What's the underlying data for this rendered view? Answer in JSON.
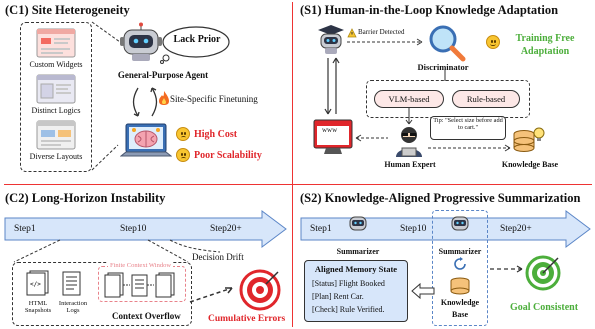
{
  "c1": {
    "title": "(C1) Site Heterogeneity",
    "site_labels": [
      "Custom Widgets",
      "Distinct Logics",
      "Diverse Layouts"
    ],
    "lack_prior": "Lack Prior",
    "agent_label": "General-Purpose Agent",
    "finetune": "Site-Specific Finetuning",
    "high_cost": "High Cost",
    "poor_scal": "Poor Scalability"
  },
  "c2": {
    "title": "(C2) Long-Horizon Instability",
    "steps": [
      "Step1",
      "Step10",
      "Step20+"
    ],
    "decision_drift": "Decision Drift",
    "window_label": "Finite Context Window",
    "html_snap": "HTML Snapshots",
    "interaction": "Interaction Logs",
    "overflow": "Context Overflow",
    "cum_errors": "Cumulative Errors"
  },
  "s1": {
    "title": "(S1) Human-in-the-Loop Knowledge Adaptation",
    "barrier": "Barrier Detected",
    "discriminator": "Discriminator",
    "training_free_1": "Training Free",
    "training_free_2": "Adaptation",
    "vlm": "VLM-based",
    "rule": "Rule-based",
    "tip": "Tip: \"Select size before add to cart.\"",
    "www": "www",
    "expert": "Human Expert",
    "kb": "Knowledge Base"
  },
  "s2": {
    "title": "(S2) Knowledge-Aligned Progressive Summarization",
    "steps": [
      "Step1",
      "Step10",
      "Step20+"
    ],
    "summarizer": "Summarizer",
    "mem_title": "Aligned Memory State",
    "mem_lines": [
      "[Status] Flight Booked",
      "[Plan] Rent Car.",
      "[Check] Rule Verified."
    ],
    "kb_1": "Knowledge",
    "kb_2": "Base",
    "goal": "Goal Consistent"
  },
  "colors": {
    "red": "#e0262b",
    "green": "#4cae3b",
    "arrow_fill": "#d7e6fa",
    "arrow_stroke": "#5b86c7",
    "pill_fill": "#fde8e7"
  }
}
